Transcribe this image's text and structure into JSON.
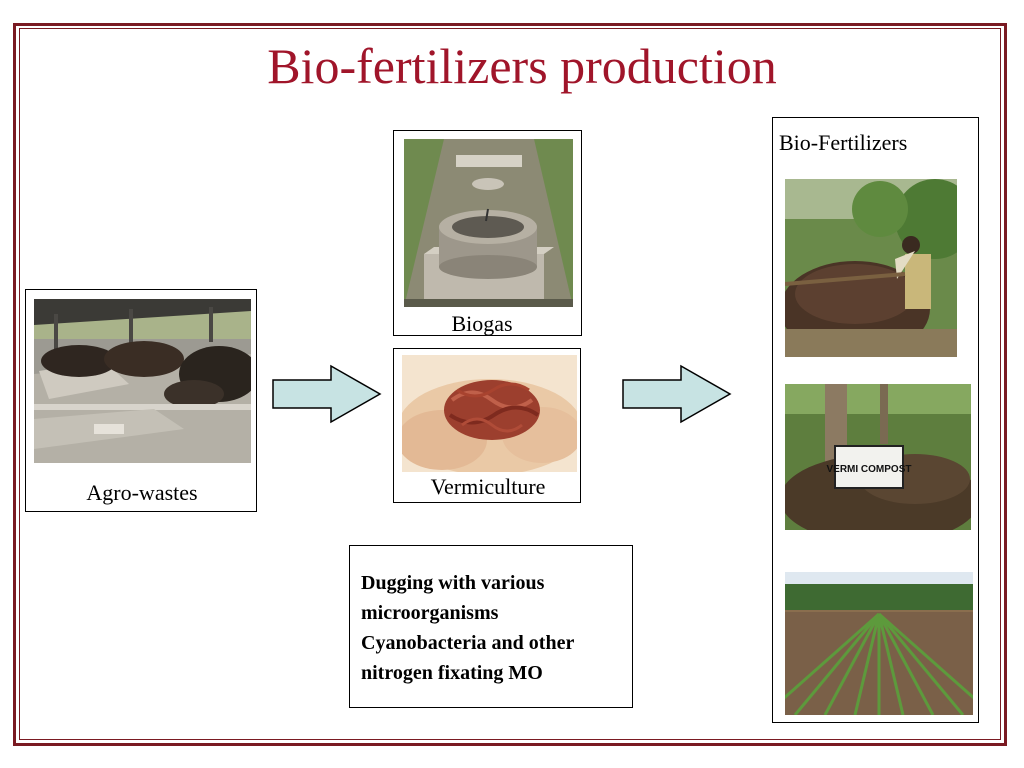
{
  "slide": {
    "title": "Bio-fertilizers production"
  },
  "agro": {
    "label": "Agro-wastes"
  },
  "biogas": {
    "label": "Biogas"
  },
  "vermi": {
    "label": "Vermiculture"
  },
  "biofert": {
    "label": "Bio-Fertilizers",
    "sign_text": "VERMI COMPOST"
  },
  "note": {
    "lines": [
      "Dugging with various",
      "microorganisms",
      "Cyanobacteria and other",
      "nitrogen fixating MO"
    ]
  },
  "colors": {
    "title": "#a0152a",
    "frame": "#7a1a22",
    "arrow_fill": "#c7e3e3"
  }
}
